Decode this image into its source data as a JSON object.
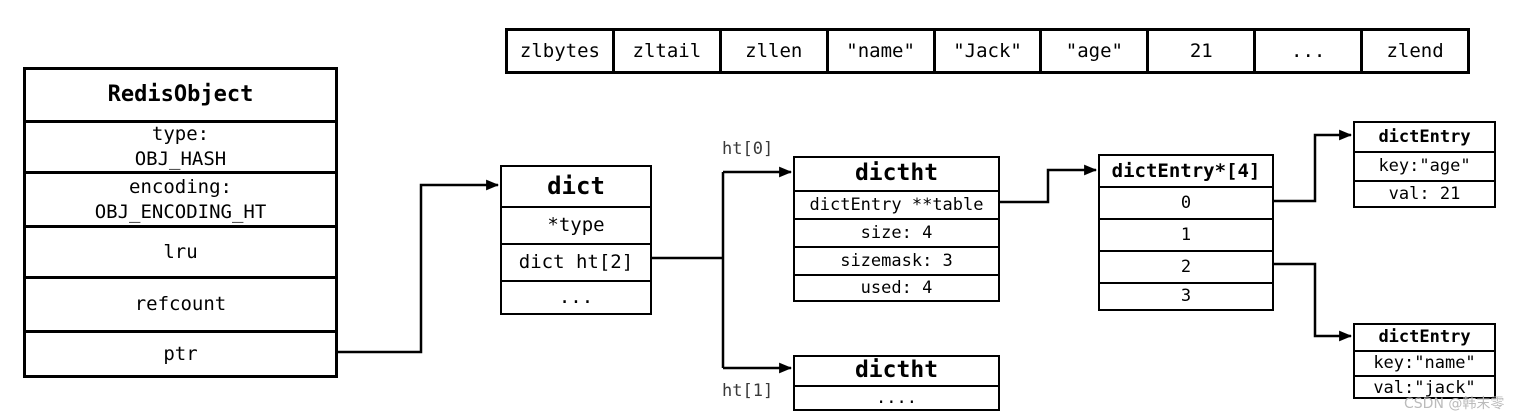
{
  "ziplist": {
    "cells": [
      "zlbytes",
      "zltail",
      "zllen",
      "\"name\"",
      "\"Jack\"",
      "\"age\"",
      "21",
      "...",
      "zlend"
    ]
  },
  "redis_object": {
    "title": "RedisObject",
    "rows": [
      [
        "type:",
        "OBJ_HASH"
      ],
      [
        "encoding:",
        "OBJ_ENCODING_HT"
      ],
      [
        "lru"
      ],
      [
        "refcount"
      ],
      [
        "ptr"
      ]
    ]
  },
  "dict": {
    "title": "dict",
    "rows": [
      "*type",
      "dict ht[2]",
      "..."
    ]
  },
  "dictht_top": {
    "title": "dictht",
    "rows": [
      "dictEntry **table",
      "size: 4",
      "sizemask: 3",
      "used: 4"
    ]
  },
  "dictht_bottom": {
    "title": "dictht",
    "rows": [
      "...."
    ]
  },
  "entry_array": {
    "title": "dictEntry*[4]",
    "rows": [
      "0",
      "1",
      "2",
      "3"
    ]
  },
  "entry_age": {
    "title": "dictEntry",
    "rows": [
      "key:\"age\"",
      "val: 21"
    ]
  },
  "entry_name": {
    "title": "dictEntry",
    "rows": [
      "key:\"name\"",
      "val:\"jack\""
    ]
  },
  "labels": {
    "ht0": "ht[0]",
    "ht1": "ht[1]"
  },
  "watermark": {
    "text": "CSDN @韩末零"
  },
  "colors": {
    "line": "#000000",
    "label": "#3a3a3a",
    "watermark": "#bbbbbb"
  }
}
